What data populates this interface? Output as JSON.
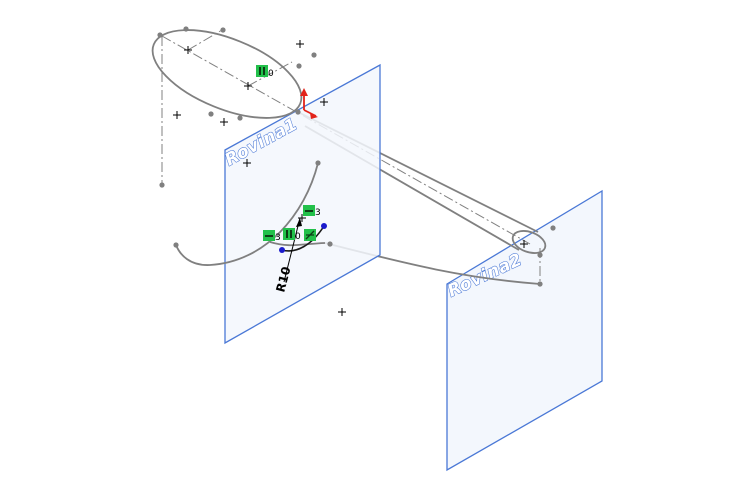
{
  "planes": {
    "plane1_label": "Rovina1",
    "plane2_label": "Rovina2"
  },
  "dimension": {
    "radius_label": "R10"
  },
  "relations": {
    "top_ellipse_tag": "0",
    "inner_tag": "0",
    "left_tag": "3",
    "right_tag": "3"
  },
  "colors": {
    "plane_fill": "#f3f7fd",
    "plane_edge": "#4a78d6",
    "sketch": "#808080",
    "relation_icon": "#22c04a",
    "triad_red": "#e2231a",
    "endpoint_blue": "#1a1acc"
  }
}
